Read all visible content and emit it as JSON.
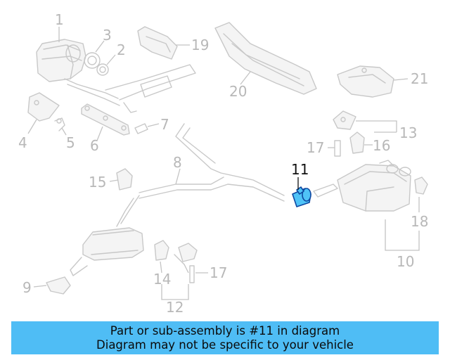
{
  "callouts": {
    "c1": "1",
    "c2": "2",
    "c3": "3",
    "c4": "4",
    "c5": "5",
    "c6": "6",
    "c7": "7",
    "c8": "8",
    "c9": "9",
    "c10": "10",
    "c11": "11",
    "c12": "12",
    "c13": "13",
    "c14": "14",
    "c15": "15",
    "c16": "16",
    "c17a": "17",
    "c17b": "17",
    "c18": "18",
    "c19": "19",
    "c20": "20",
    "c21": "21"
  },
  "highlight_color": "#4fc3f7",
  "banner": {
    "line1": "Part or sub-assembly is #11 in diagram",
    "line2": "Diagram may not be specific to your vehicle",
    "background": "#4fbdf5"
  }
}
